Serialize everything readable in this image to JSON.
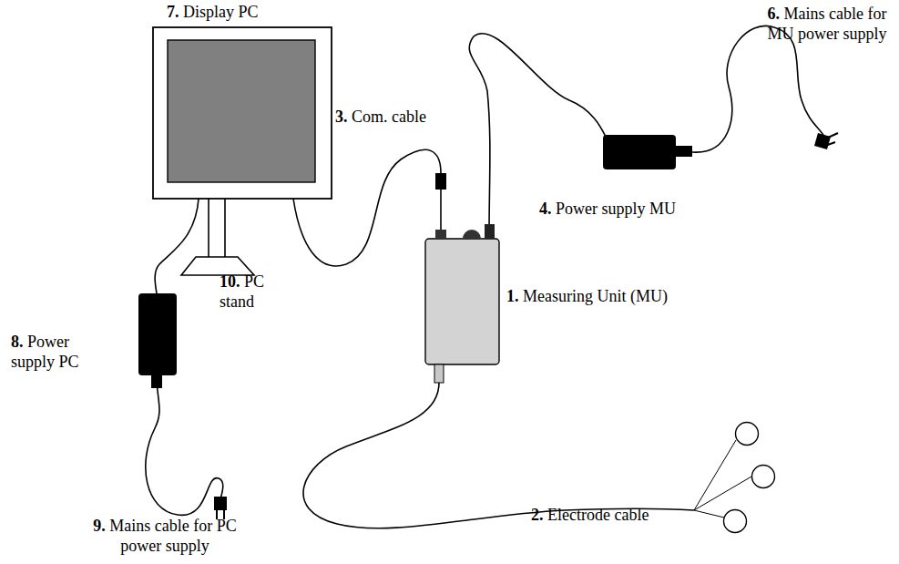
{
  "diagram": {
    "labels": [
      "7.",
      "Display PC",
      "3.",
      "Com. cable",
      "6.",
      "Mains cable for MU power supply",
      "4.",
      "Power supply MU",
      "1.",
      "Measuring Unit (MU)",
      "10.",
      "PC stand",
      "8.",
      "Power supply PC",
      "9.",
      "Mains cable for PC power supply",
      "2.",
      "Electrode cable"
    ]
  }
}
